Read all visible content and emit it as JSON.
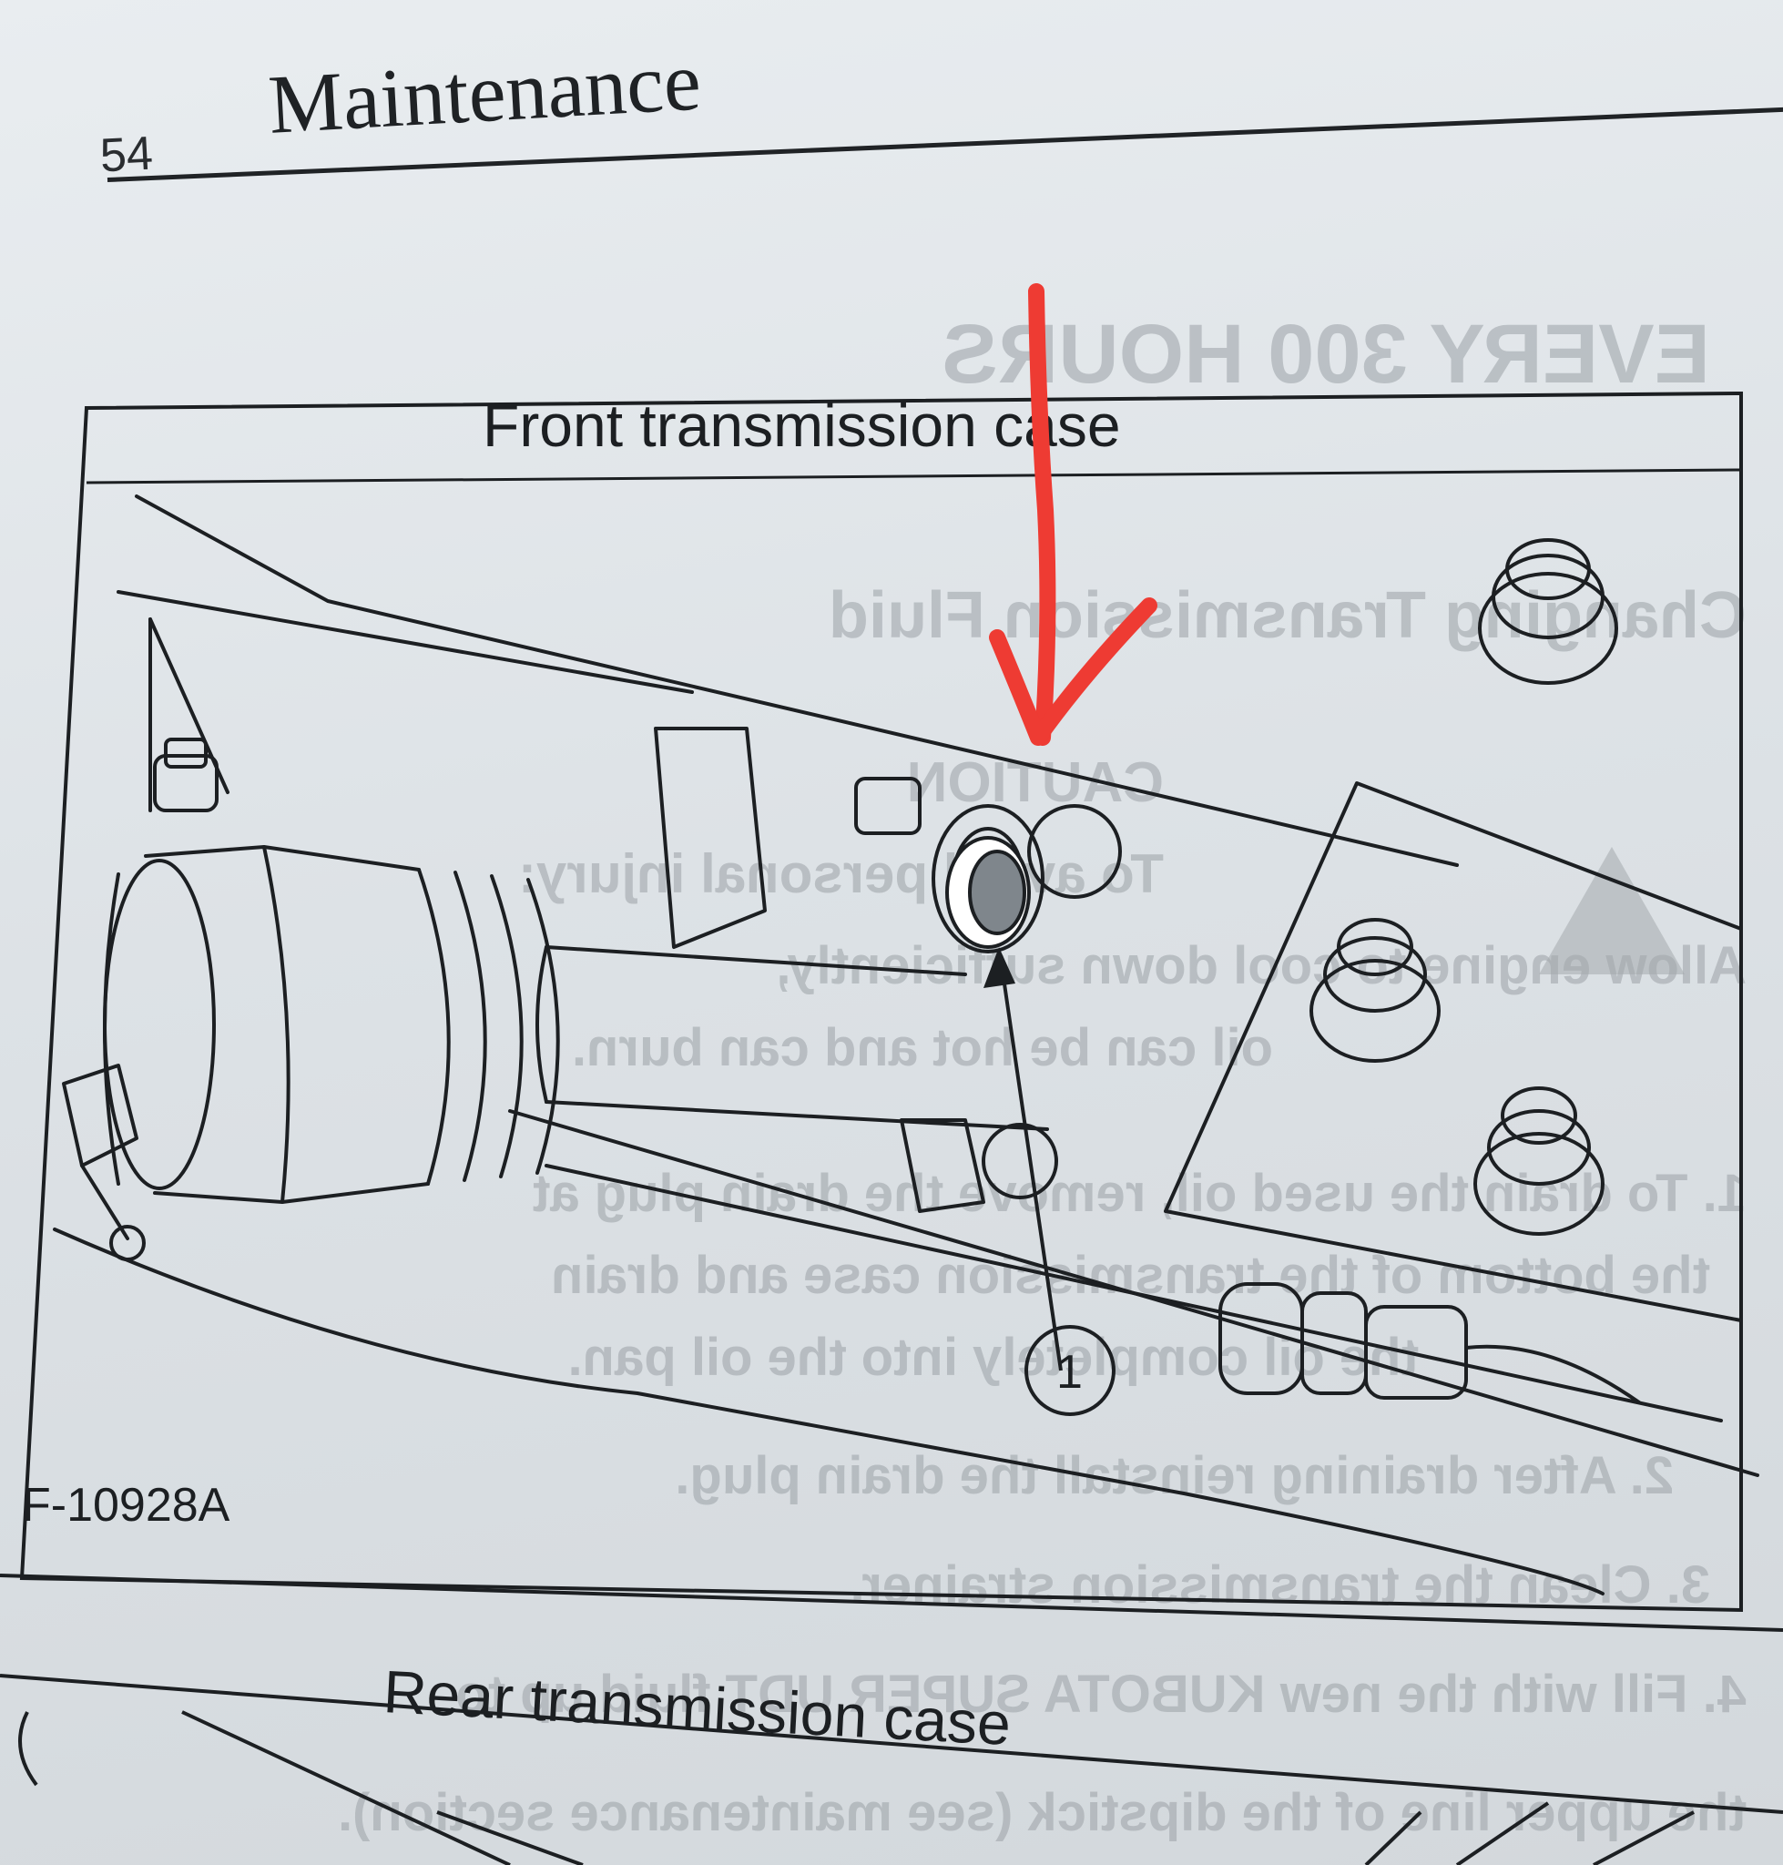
{
  "header": {
    "page_number": "54",
    "section_title": "Maintenance"
  },
  "figure_front": {
    "title": "Front transmission case",
    "figure_code": "F-10928A",
    "callout_number": "1"
  },
  "figure_rear": {
    "title": "Rear transmission case"
  },
  "show_through": {
    "heading_hours": "EVERY 300 HOURS",
    "heading_task": "Changing Transmission Fluid",
    "caution_label": "CAUTION",
    "caution_line_1": "To avoid personal injury:",
    "caution_line_2": "Allow engine to cool down sufficiently,",
    "caution_line_3": "oil can be hot and can burn.",
    "step_1a": "1. To drain the used oil, remove the drain plug at",
    "step_1b": "the bottom of the transmission case and drain",
    "step_1c": "the oil completely into the oil pan.",
    "step_2": "2. After draining reinstall the drain plug.",
    "step_3": "3. Clean the transmission strainer.",
    "step_4": "4. Fill with the new KUBOTA SUPER UDT fluid up to",
    "step_5": "the upper line of the dipstick (see maintenance section)."
  },
  "annotation": {
    "arrow_color": "#ee3b33"
  },
  "colors": {
    "paper": "#e3e7ea",
    "ink": "#1c1f22"
  }
}
